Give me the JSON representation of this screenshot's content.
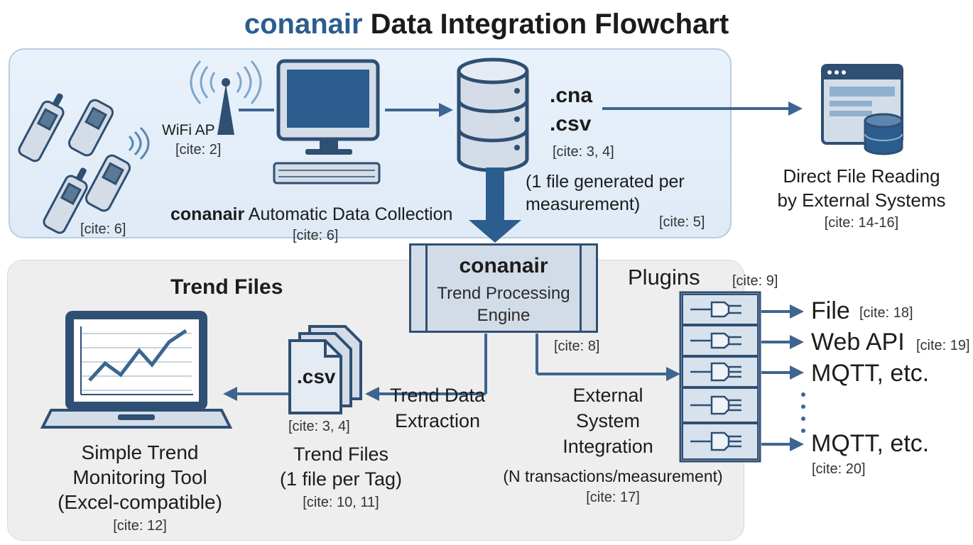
{
  "title": {
    "brand": "conanair",
    "rest": " Data Integration Flowchart"
  },
  "collection": {
    "handhelds_cite": "[cite: 6]",
    "wifi_label": "WiFi AP",
    "wifi_cite": "[cite: 2]",
    "label_brand": "conanair",
    "label_rest": " Automatic Data Collection",
    "label_cite": "[cite: 6]"
  },
  "storage": {
    "ext1": ".cna",
    "ext2": ".csv",
    "cite": "[cite: 3, 4]",
    "note_line1": "(1 file generated per",
    "note_line2": "measurement)",
    "note_cite": "[cite: 5]"
  },
  "direct": {
    "line1": "Direct File Reading",
    "line2": "by External Systems",
    "cite": "[cite: 14-16]"
  },
  "engine": {
    "name": "conanair",
    "line1": "Trend Processing",
    "line2": "Engine",
    "cite": "[cite: 8]"
  },
  "trend_files": {
    "heading": "Trend Files",
    "file_ext": ".csv",
    "file_cite": "[cite: 3, 4]",
    "label_line1": "Trend Files",
    "label_line2": "(1 file per Tag)",
    "label_cite": "[cite: 10, 11]"
  },
  "extraction": {
    "line1": "Trend Data",
    "line2": "Extraction"
  },
  "monitor": {
    "line1": "Simple Trend",
    "line2": "Monitoring Tool",
    "line3": "(Excel-compatible)",
    "cite": "[cite: 12]"
  },
  "integration": {
    "line1": "External",
    "line2": "System",
    "line3": "Integration",
    "note": "(N transactions/measurement)",
    "cite": "[cite: 17]"
  },
  "plugins": {
    "heading": "Plugins",
    "cite": "[cite: 9]",
    "outputs": [
      {
        "label": "File",
        "cite": "[cite: 18]"
      },
      {
        "label": "Web API",
        "cite": "[cite: 19]"
      },
      {
        "label": "MQTT, etc.",
        "cite": ""
      },
      {
        "label": "MQTT, etc.",
        "cite": "[cite: 20]"
      }
    ]
  },
  "colors": {
    "accent": "#2c5d8f",
    "arrow": "#3d6590",
    "dark": "#2f4f73"
  }
}
